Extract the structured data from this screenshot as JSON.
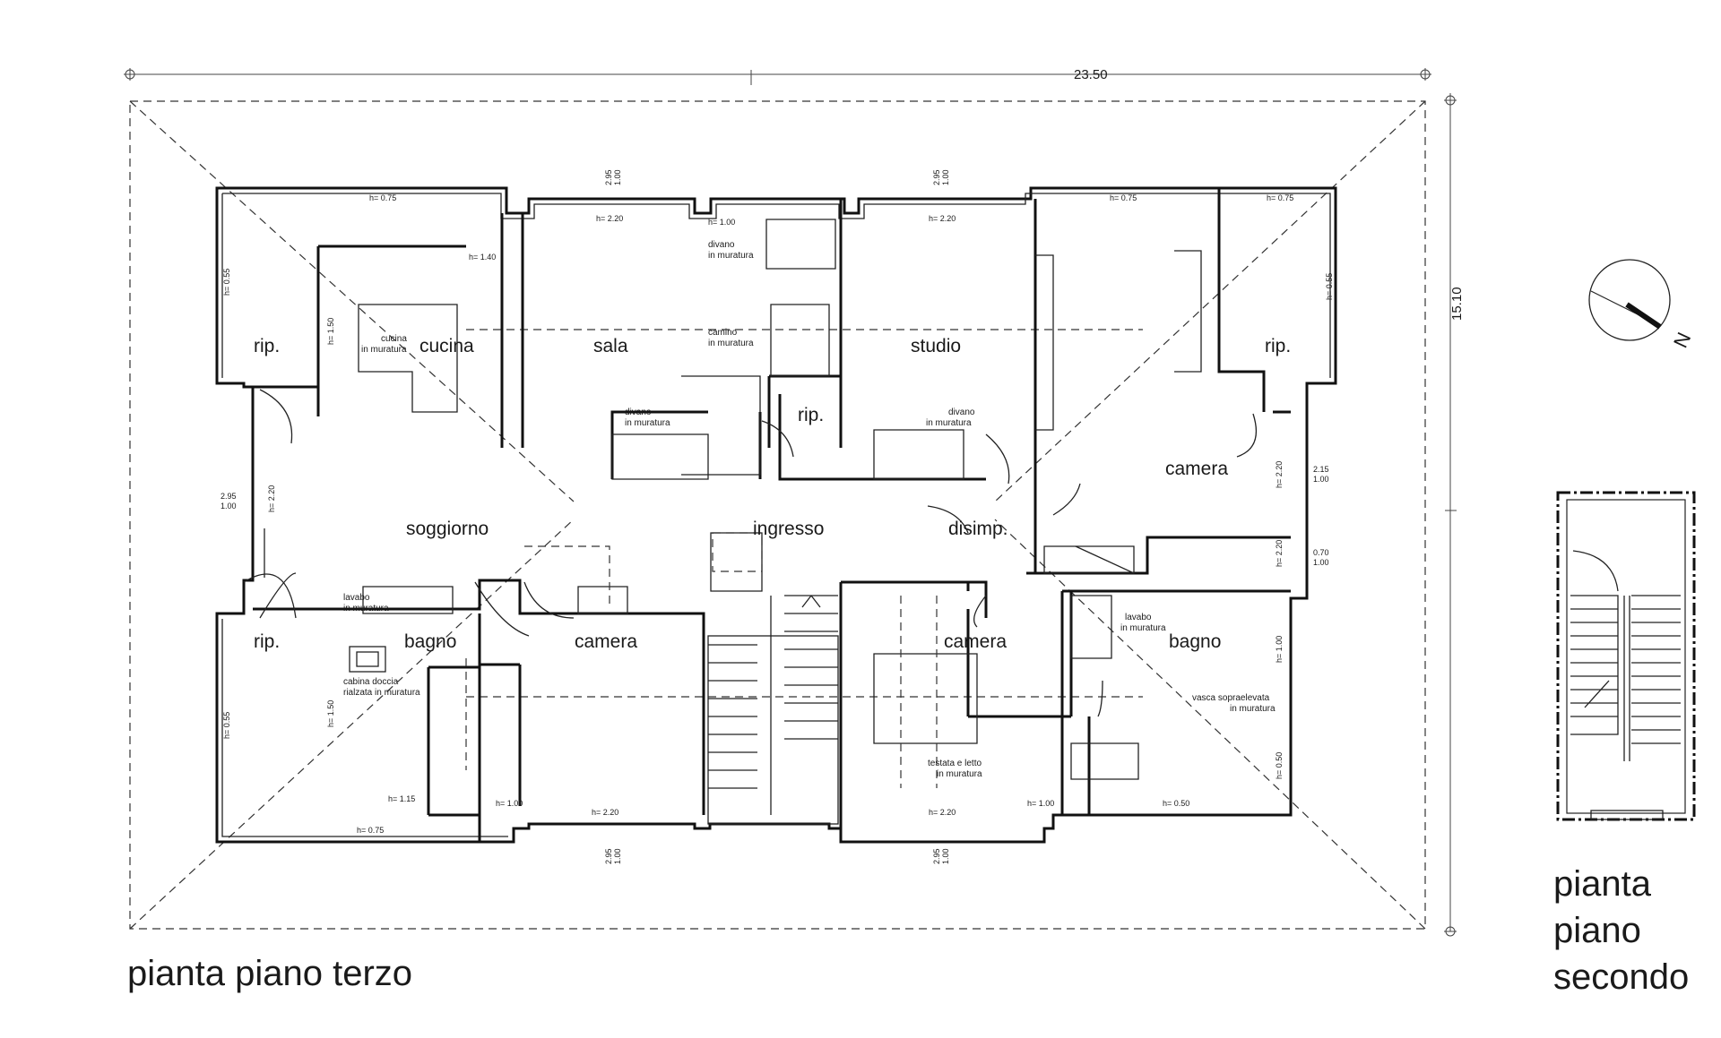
{
  "dimensions": {
    "width": "23.50",
    "depth": "15.10"
  },
  "rooms": {
    "rip_nw": "rip.",
    "cucina": "cucina",
    "sala": "sala",
    "rip_center": "rip.",
    "studio": "studio",
    "rip_ne": "rip.",
    "camera_e": "camera",
    "soggiorno": "soggiorno",
    "ingresso": "ingresso",
    "disimp": "disimp.",
    "rip_sw": "rip.",
    "bagno_w": "bagno",
    "camera_sw": "camera",
    "camera_s": "camera",
    "bagno_e": "bagno"
  },
  "notes": {
    "cucina_muratura": [
      "cucina",
      "in muratura"
    ],
    "divano_sala_top": [
      "divano",
      "in muratura"
    ],
    "camino": [
      "camino",
      "in muratura"
    ],
    "divano_sala_low": [
      "divano",
      "in muratura"
    ],
    "divano_studio": [
      "divano",
      "in muratura"
    ],
    "lavabo_w": [
      "lavabo",
      "in muratura"
    ],
    "cabina_doccia": [
      "cabina doccia",
      "rialzata in muratura"
    ],
    "lavabo_e": [
      "lavabo",
      "in muratura"
    ],
    "vasca": [
      "vasca sopraelevata",
      "in muratura"
    ],
    "testata": [
      "testata e letto",
      "in muratura"
    ]
  },
  "heights": {
    "h075": "h= 0.75",
    "h220": "h= 2.20",
    "h100": "h= 1.00",
    "h140": "h= 1.40",
    "h150": "h= 1.50",
    "h055": "h= 0.55",
    "h115": "h= 1.15",
    "h050": "h= 0.50"
  },
  "window_marks": {
    "w295": "2.95",
    "w100": "1.00",
    "w215": "2.15",
    "w070": "0.70"
  },
  "titles": {
    "main": "pianta piano terzo",
    "second_l1": "pianta",
    "second_l2": "piano",
    "second_l3": "secondo"
  },
  "compass": {
    "label": "N"
  }
}
